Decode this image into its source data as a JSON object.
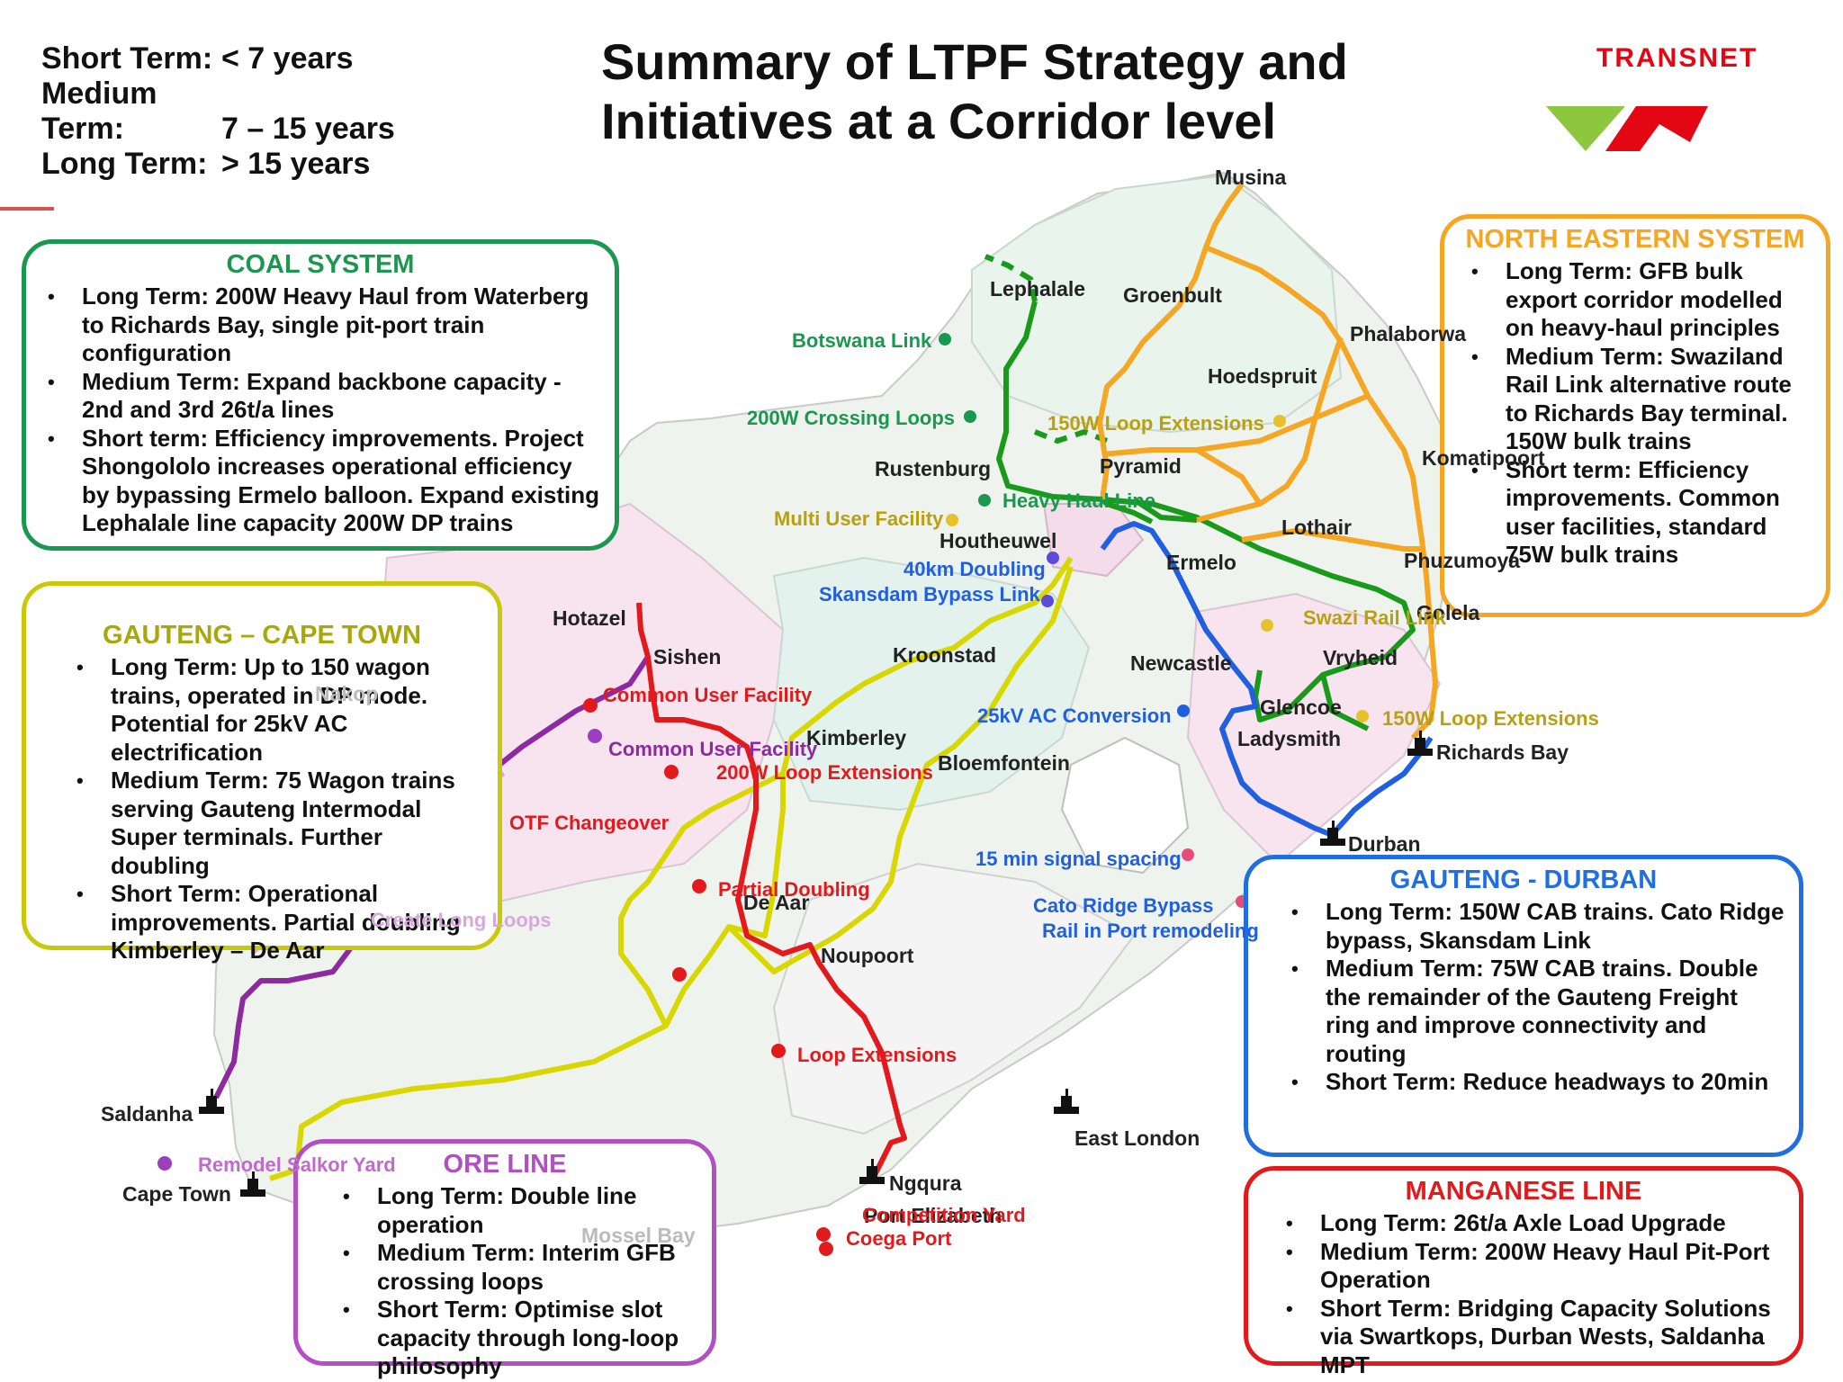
{
  "legend": [
    {
      "term": "Short Term:",
      "value": "< 7 years"
    },
    {
      "term": "Medium Term:",
      "value": "7 – 15 years"
    },
    {
      "term": "Long Term:",
      "value": "> 15 years"
    }
  ],
  "title": {
    "line1": "Summary of LTPF Strategy and",
    "line2": "Initiatives at a Corridor level"
  },
  "logo": {
    "text": "TRANSNET",
    "colors": {
      "red": "#e30613",
      "green": "#8dc63f"
    }
  },
  "systems": {
    "coal": {
      "title": "COAL SYSTEM",
      "color": "#1a9850",
      "bullets": [
        "Long Term: 200W Heavy Haul from Waterberg to Richards Bay, single pit-port train configuration",
        "Medium Term: Expand backbone capacity - 2nd and 3rd 26t/a lines",
        "Short term: Efficiency improvements. Project Shongololo increases operational efficiency by bypassing Ermelo balloon. Expand existing Lephalale line capacity 200W DP trains"
      ]
    },
    "gauteng_cape": {
      "title": "GAUTENG – CAPE TOWN",
      "color": "#b5b50a",
      "bullets": [
        "Long Term: Up to 150 wagon trains, operated in DP mode. Potential for 25kV AC electrification",
        "Medium Term: 75 Wagon trains serving Gauteng Intermodal Super terminals. Further doubling",
        "Short Term: Operational improvements. Partial doubling Kimberley – De Aar"
      ]
    },
    "north_eastern": {
      "title": "NORTH EASTERN SYSTEM",
      "color": "#f5a623",
      "bullets": [
        "Long Term: GFB bulk export corridor modelled on heavy-haul principles",
        "Medium Term: Swaziland Rail Link alternative route to Richards Bay terminal. 150W bulk trains",
        "Short term: Efficiency improvements. Common user facilities, standard 75W bulk trains"
      ]
    },
    "gauteng_durban": {
      "title": "GAUTENG - DURBAN",
      "color": "#1f6fe0",
      "bullets": [
        "Long Term: 150W CAB trains. Cato Ridge bypass, Skansdam Link",
        "Medium Term: 75W CAB trains. Double the remainder of the Gauteng Freight ring and improve connectivity and routing",
        "Short Term: Reduce headways to 20min"
      ]
    },
    "ore": {
      "title": "ORE LINE",
      "color": "#b24fc2",
      "bullets": [
        "Long Term: Double line operation",
        "Medium Term: Interim GFB crossing loops",
        "Short Term: Optimise slot capacity through long-loop philosophy"
      ]
    },
    "manganese": {
      "title": "MANGANESE LINE",
      "color": "#e31a1c",
      "bullets": [
        "Long Term: 26t/a Axle Load Upgrade",
        "Medium Term: 200W Heavy Haul Pit-Port Operation",
        "Short Term: Bridging Capacity Solutions via Swartkops, Durban Wests, Saldanha MPT"
      ]
    }
  },
  "cities": {
    "musina": "Musina",
    "lephalale": "Lephalale",
    "groenbult": "Groenbult",
    "phalaborwa": "Phalaborwa",
    "hoedspruit": "Hoedspruit",
    "rustenburg": "Rustenburg",
    "pyramid": "Pyramid",
    "komatipoort": "Komatipoort",
    "lothair": "Lothair",
    "houtheuwel": "Houtheuwel",
    "ermelo": "Ermelo",
    "phuzumoya": "Phuzumoya",
    "golela": "Golela",
    "hotazel": "Hotazel",
    "sishen": "Sishen",
    "kroonstad": "Kroonstad",
    "newcastle": "Newcastle",
    "vryheid": "Vryheid",
    "glencoe": "Glencoe",
    "ladysmith": "Ladysmith",
    "richards_bay": "Richards Bay",
    "kimberley": "Kimberley",
    "bloemfontein": "Bloemfontein",
    "durban": "Durban",
    "de_aar": "De Aar",
    "noupoort": "Noupoort",
    "saldanha": "Saldanha",
    "east_london": "East London",
    "cape_town": "Cape Town",
    "ngqura": "Ngqura",
    "port_elizabeth": "Port Elizabeth",
    "nakop": "Nakop",
    "mossel_bay": "Mossel Bay"
  },
  "initiatives": {
    "botswana_link": "Botswana Link",
    "crossing_loops_200w": "200W Crossing Loops",
    "loop_ext_150w_north": "150W Loop Extensions",
    "multi_user": "Multi User Facility",
    "heavy_haul": "Heavy Haul Line",
    "doubling_40km": "40km Doubling",
    "skansdam": "Skansdam Bypass Link",
    "swazi_rail": "Swazi Rail Link",
    "ac_conversion": "25kV AC Conversion",
    "loop_ext_150w_rb": "150W Loop Extensions",
    "common_user_red": "Common User Facility",
    "common_user_purple": "Common User Facility",
    "loop_ext_200w": "200W Loop Extensions",
    "otf": "OTF Changeover",
    "partial_doubling": "Partial Doubling",
    "signal_spacing": "15 min signal spacing",
    "cato_ridge": "Cato Ridge Bypass",
    "rail_port": "Rail in Port remodeling",
    "create_loops": "Create Long Loops",
    "loop_ext": "Loop Extensions",
    "remodel_salkor": "Remodel Salkor Yard",
    "competition_yard": "Competition Yard",
    "coega": "Coega Port"
  },
  "colors": {
    "coal_line": "#1a9a1a",
    "north_eastern_line": "#f5a623",
    "durban_line": "#1f5fe0",
    "gauteng_cape_line": "#d8d800",
    "ore_line": "#8e2aa0",
    "manganese_line": "#e31a1c"
  }
}
